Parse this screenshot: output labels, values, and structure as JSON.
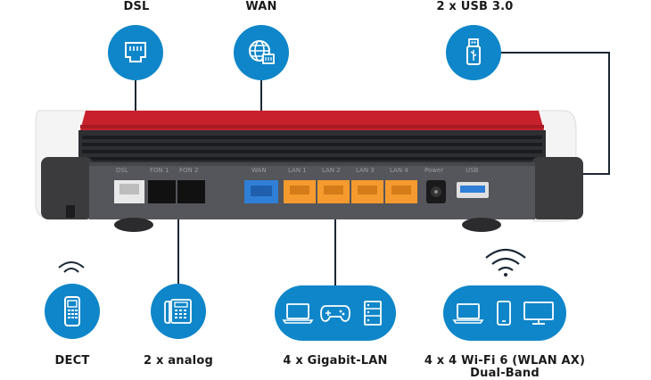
{
  "features": {
    "dsl": "DSL",
    "wan": "WAN",
    "usb": "2 x USB 3.0",
    "dect": "DECT",
    "analog": "2 x analog",
    "gigabit_lan": "4 x Gigabit-LAN",
    "wifi_line1": "4 x 4 Wi-Fi 6 (WLAN AX)",
    "wifi_line2": "Dual-Band"
  },
  "ports": {
    "dsl": "DSL",
    "fon1": "FON 1",
    "fon2": "FON 2",
    "wan": "WAN",
    "lan1": "LAN 1",
    "lan2": "LAN 2",
    "lan3": "LAN 3",
    "lan4": "LAN 4",
    "power": "Power",
    "usb": "USB"
  },
  "colors": {
    "accent_blue": "#0f86c9",
    "device_red": "#c8202c",
    "lan_orange": "#f59a2e",
    "wan_blue": "#2f7fd6"
  }
}
